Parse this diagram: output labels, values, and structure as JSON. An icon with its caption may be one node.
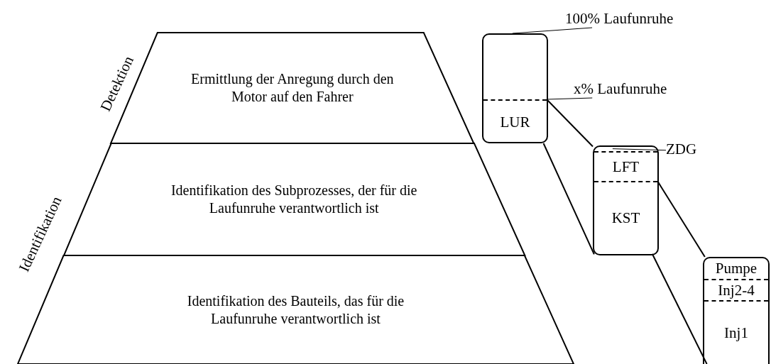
{
  "diagram": {
    "nodes": [
      {
        "text": [
          "Ermittlung der Anregung durch den Motor auf den Fahrer"
        ]
      },
      {
        "text": [
          "Identifikation des Subprozesses, der für die Laufunruhe verantwortlich ist"
        ]
      },
      {
        "text": [
          "Identifikation des Bauteils, das für die Laufunruhe verantwortlich ist"
        ]
      },
      {
        "text": [],
        "shape": "box"
      },
      {
        "text": [
          "LUR"
        ],
        "in": 3
      },
      {
        "text": [],
        "shape": "box"
      },
      {
        "text": [
          "LFT"
        ],
        "in": 5
      },
      {
        "text": [
          "KST"
        ],
        "in": 5
      },
      {
        "text": [],
        "shape": "box"
      },
      {
        "text": [
          "Pumpe"
        ],
        "in": 8
      },
      {
        "text": [
          "Inj2-4"
        ],
        "in": 8
      },
      {
        "text": [
          "Inj1"
        ],
        "in": 8
      },
      {
        "text": [
          "100% Laufunruhe"
        ]
      },
      {
        "text": [
          "x% Laufunruhe"
        ]
      },
      {
        "text": [
          "ZDG"
        ]
      }
    ],
    "edges": [
      {
        "from": 4,
        "to": 5,
        "arrow": "none"
      },
      {
        "from": 4,
        "to": 5,
        "arrow": "none"
      },
      {
        "from": 7,
        "to": 8,
        "arrow": "none"
      },
      {
        "from": 7,
        "to": 8,
        "arrow": "none"
      },
      {
        "from": 12,
        "to": 3,
        "arrow": "none"
      },
      {
        "from": 13,
        "to": 4,
        "arrow": "none"
      },
      {
        "from": 14,
        "to": 5,
        "arrow": "none"
      }
    ],
    "labels": [
      "Detektion",
      "Identifikation"
    ]
  }
}
